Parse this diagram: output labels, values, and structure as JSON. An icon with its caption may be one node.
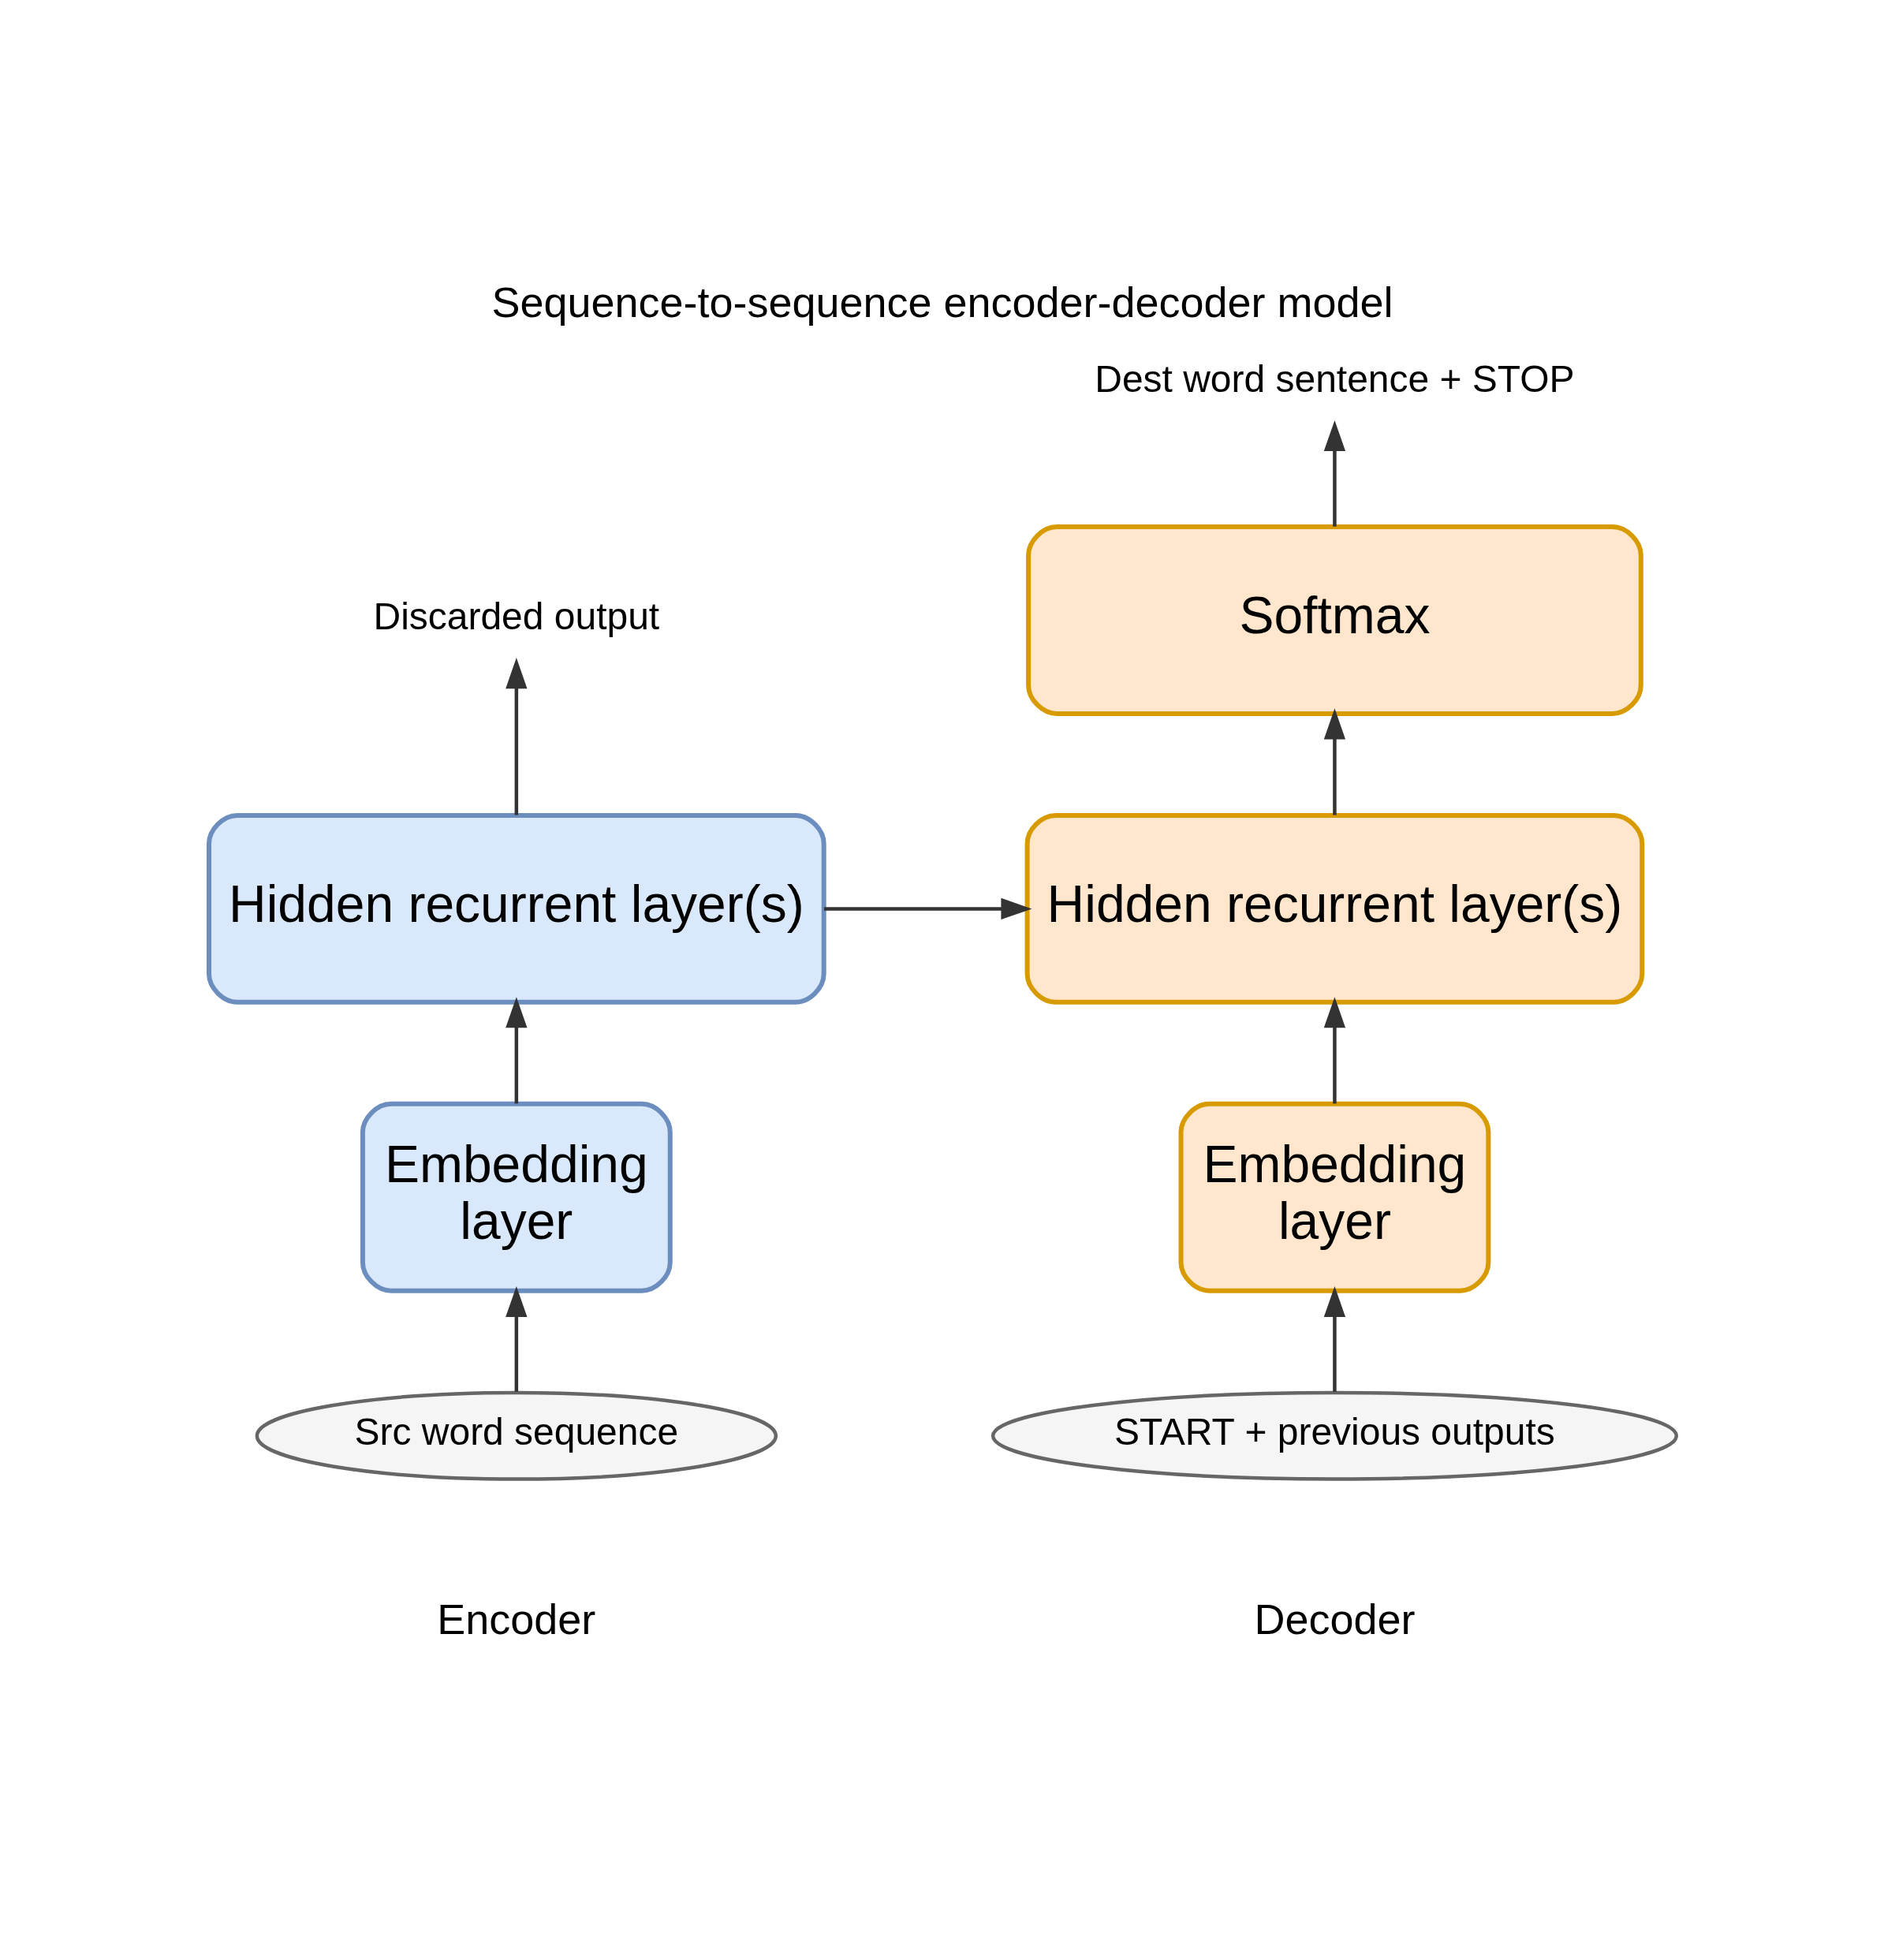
{
  "diagram": {
    "title": "Sequence-to-sequence encoder-decoder model",
    "nodes": [
      {
        "text": [
          "Discarded output"
        ]
      },
      {
        "text": [
          "Dest word sentence + STOP"
        ]
      },
      {
        "text": [
          "Softmax"
        ]
      },
      {
        "text": [
          "Hidden recurrent layer(s)"
        ]
      },
      {
        "text": [
          "Hidden recurrent layer(s)"
        ]
      },
      {
        "text": [
          "Embedding layer"
        ]
      },
      {
        "text": [
          "Embedding layer"
        ]
      },
      {
        "text": [
          "Src word sequence"
        ]
      },
      {
        "text": [
          "START + previous outputs"
        ]
      }
    ],
    "edges": [
      {
        "from": 3,
        "to": 0,
        "arrow": "to"
      },
      {
        "from": 2,
        "to": 1,
        "arrow": "to"
      },
      {
        "from": 4,
        "to": 2,
        "arrow": "to"
      },
      {
        "from": 3,
        "to": 4,
        "arrow": "to"
      },
      {
        "from": 5,
        "to": 3,
        "arrow": "to"
      },
      {
        "from": 6,
        "to": 4,
        "arrow": "to"
      },
      {
        "from": 7,
        "to": 5,
        "arrow": "to"
      },
      {
        "from": 8,
        "to": 6,
        "arrow": "to"
      }
    ],
    "labels": [
      "Encoder",
      "Decoder"
    ]
  }
}
